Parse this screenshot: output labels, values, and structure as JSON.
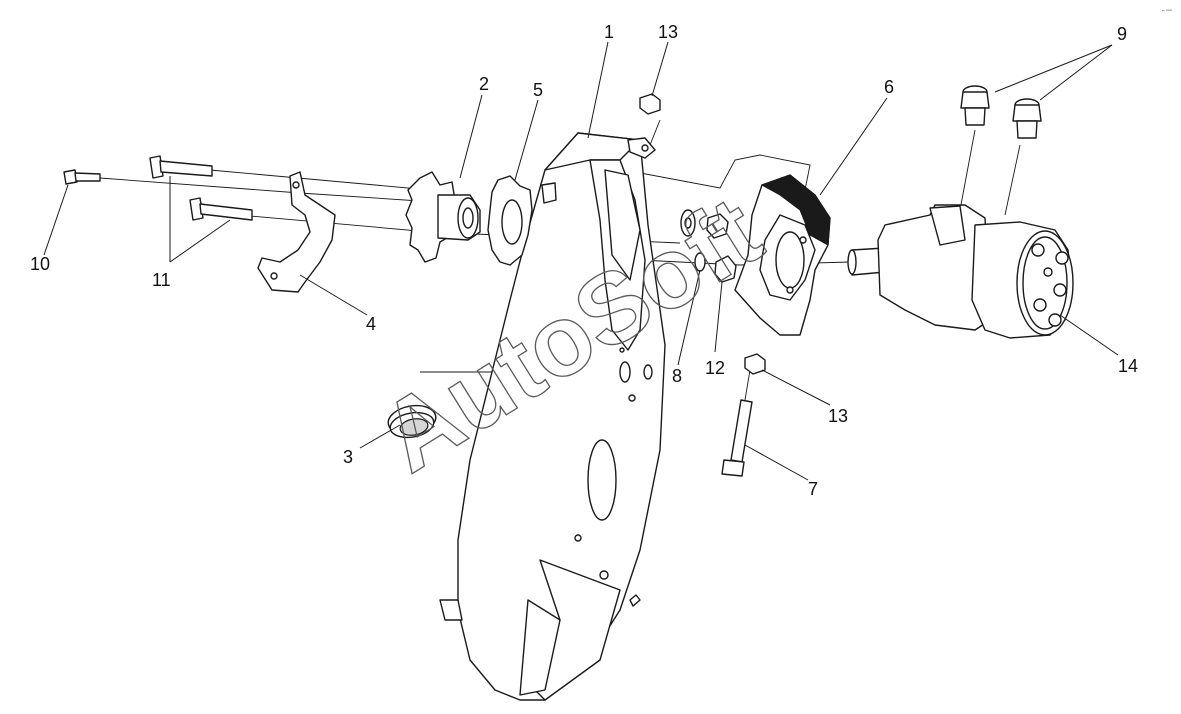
{
  "callouts": {
    "c1": "1",
    "c2": "2",
    "c3": "3",
    "c4": "4",
    "c5": "5",
    "c6": "6",
    "c7": "7",
    "c8": "8",
    "c9": "9",
    "c10": "10",
    "c11a": "11",
    "c11b": "11",
    "c12": "12",
    "c13a": "13",
    "c13b": "13",
    "c14": "14"
  },
  "watermark": "AutoSoft",
  "corner_mark": "⌐ ⁿⁿⁿ"
}
